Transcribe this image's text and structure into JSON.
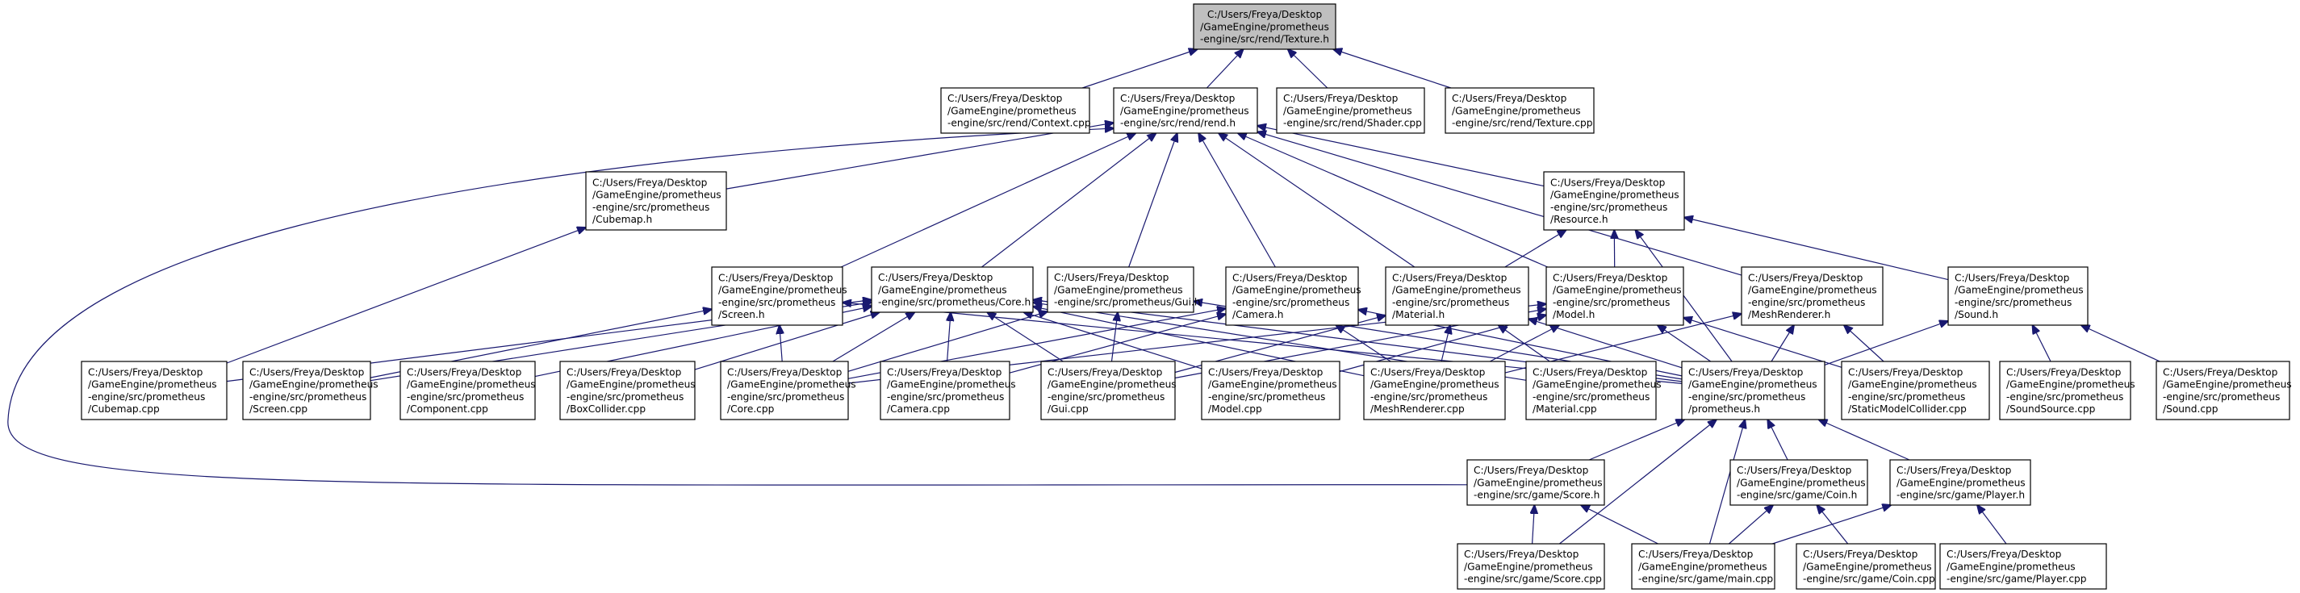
{
  "nodes": [
    {
      "id": "texture_h",
      "lines": [
        "C:/Users/Freya/Desktop",
        "/GameEngine/prometheus",
        "-engine/src/rend/Texture.h"
      ],
      "root": true
    },
    {
      "id": "context_cpp",
      "lines": [
        "C:/Users/Freya/Desktop",
        "/GameEngine/prometheus",
        "-engine/src/rend/Context.cpp"
      ]
    },
    {
      "id": "rend_h",
      "lines": [
        "C:/Users/Freya/Desktop",
        "/GameEngine/prometheus",
        "-engine/src/rend/rend.h"
      ]
    },
    {
      "id": "shader_cpp",
      "lines": [
        "C:/Users/Freya/Desktop",
        "/GameEngine/prometheus",
        "-engine/src/rend/Shader.cpp"
      ]
    },
    {
      "id": "texture_cpp",
      "lines": [
        "C:/Users/Freya/Desktop",
        "/GameEngine/prometheus",
        "-engine/src/rend/Texture.cpp"
      ]
    },
    {
      "id": "cubemap_h",
      "lines": [
        "C:/Users/Freya/Desktop",
        "/GameEngine/prometheus",
        "-engine/src/prometheus",
        "/Cubemap.h"
      ]
    },
    {
      "id": "resource_h",
      "lines": [
        "C:/Users/Freya/Desktop",
        "/GameEngine/prometheus",
        "-engine/src/prometheus",
        "/Resource.h"
      ]
    },
    {
      "id": "screen_h",
      "lines": [
        "C:/Users/Freya/Desktop",
        "/GameEngine/prometheus",
        "-engine/src/prometheus",
        "/Screen.h"
      ]
    },
    {
      "id": "core_h",
      "lines": [
        "C:/Users/Freya/Desktop",
        "/GameEngine/prometheus",
        "-engine/src/prometheus/Core.h"
      ]
    },
    {
      "id": "gui_h",
      "lines": [
        "C:/Users/Freya/Desktop",
        "/GameEngine/prometheus",
        "-engine/src/prometheus/Gui.h"
      ]
    },
    {
      "id": "camera_h",
      "lines": [
        "C:/Users/Freya/Desktop",
        "/GameEngine/prometheus",
        "-engine/src/prometheus",
        "/Camera.h"
      ]
    },
    {
      "id": "material_h",
      "lines": [
        "C:/Users/Freya/Desktop",
        "/GameEngine/prometheus",
        "-engine/src/prometheus",
        "/Material.h"
      ]
    },
    {
      "id": "model_h",
      "lines": [
        "C:/Users/Freya/Desktop",
        "/GameEngine/prometheus",
        "-engine/src/prometheus",
        "/Model.h"
      ]
    },
    {
      "id": "meshrenderer_h",
      "lines": [
        "C:/Users/Freya/Desktop",
        "/GameEngine/prometheus",
        "-engine/src/prometheus",
        "/MeshRenderer.h"
      ]
    },
    {
      "id": "sound_h",
      "lines": [
        "C:/Users/Freya/Desktop",
        "/GameEngine/prometheus",
        "-engine/src/prometheus",
        "/Sound.h"
      ]
    },
    {
      "id": "cubemap_cpp",
      "lines": [
        "C:/Users/Freya/Desktop",
        "/GameEngine/prometheus",
        "-engine/src/prometheus",
        "/Cubemap.cpp"
      ]
    },
    {
      "id": "screen_cpp",
      "lines": [
        "C:/Users/Freya/Desktop",
        "/GameEngine/prometheus",
        "-engine/src/prometheus",
        "/Screen.cpp"
      ]
    },
    {
      "id": "component_cpp",
      "lines": [
        "C:/Users/Freya/Desktop",
        "/GameEngine/prometheus",
        "-engine/src/prometheus",
        "/Component.cpp"
      ]
    },
    {
      "id": "boxcollider_cpp",
      "lines": [
        "C:/Users/Freya/Desktop",
        "/GameEngine/prometheus",
        "-engine/src/prometheus",
        "/BoxCollider.cpp"
      ]
    },
    {
      "id": "core_cpp",
      "lines": [
        "C:/Users/Freya/Desktop",
        "/GameEngine/prometheus",
        "-engine/src/prometheus",
        "/Core.cpp"
      ]
    },
    {
      "id": "camera_cpp",
      "lines": [
        "C:/Users/Freya/Desktop",
        "/GameEngine/prometheus",
        "-engine/src/prometheus",
        "/Camera.cpp"
      ]
    },
    {
      "id": "gui_cpp",
      "lines": [
        "C:/Users/Freya/Desktop",
        "/GameEngine/prometheus",
        "-engine/src/prometheus",
        "/Gui.cpp"
      ]
    },
    {
      "id": "model_cpp",
      "lines": [
        "C:/Users/Freya/Desktop",
        "/GameEngine/prometheus",
        "-engine/src/prometheus",
        "/Model.cpp"
      ]
    },
    {
      "id": "meshrenderer_cpp",
      "lines": [
        "C:/Users/Freya/Desktop",
        "/GameEngine/prometheus",
        "-engine/src/prometheus",
        "/MeshRenderer.cpp"
      ]
    },
    {
      "id": "material_cpp",
      "lines": [
        "C:/Users/Freya/Desktop",
        "/GameEngine/prometheus",
        "-engine/src/prometheus",
        "/Material.cpp"
      ]
    },
    {
      "id": "prometheus_h",
      "lines": [
        "C:/Users/Freya/Desktop",
        "/GameEngine/prometheus",
        "-engine/src/prometheus",
        "/prometheus.h"
      ]
    },
    {
      "id": "staticmodelcollider_cpp",
      "lines": [
        "C:/Users/Freya/Desktop",
        "/GameEngine/prometheus",
        "-engine/src/prometheus",
        "/StaticModelCollider.cpp"
      ]
    },
    {
      "id": "soundsource_cpp",
      "lines": [
        "C:/Users/Freya/Desktop",
        "/GameEngine/prometheus",
        "-engine/src/prometheus",
        "/SoundSource.cpp"
      ]
    },
    {
      "id": "sound_cpp",
      "lines": [
        "C:/Users/Freya/Desktop",
        "/GameEngine/prometheus",
        "-engine/src/prometheus",
        "/Sound.cpp"
      ]
    },
    {
      "id": "score_h",
      "lines": [
        "C:/Users/Freya/Desktop",
        "/GameEngine/prometheus",
        "-engine/src/game/Score.h"
      ]
    },
    {
      "id": "coin_h",
      "lines": [
        "C:/Users/Freya/Desktop",
        "/GameEngine/prometheus",
        "-engine/src/game/Coin.h"
      ]
    },
    {
      "id": "player_h",
      "lines": [
        "C:/Users/Freya/Desktop",
        "/GameEngine/prometheus",
        "-engine/src/game/Player.h"
      ]
    },
    {
      "id": "score_cpp",
      "lines": [
        "C:/Users/Freya/Desktop",
        "/GameEngine/prometheus",
        "-engine/src/game/Score.cpp"
      ]
    },
    {
      "id": "main_cpp",
      "lines": [
        "C:/Users/Freya/Desktop",
        "/GameEngine/prometheus",
        "-engine/src/game/main.cpp"
      ]
    },
    {
      "id": "coin_cpp",
      "lines": [
        "C:/Users/Freya/Desktop",
        "/GameEngine/prometheus",
        "-engine/src/game/Coin.cpp"
      ]
    },
    {
      "id": "player_cpp",
      "lines": [
        "C:/Users/Freya/Desktop",
        "/GameEngine/prometheus",
        "-engine/src/game/Player.cpp"
      ]
    }
  ],
  "edges": [
    [
      "context_cpp",
      "texture_h"
    ],
    [
      "rend_h",
      "texture_h"
    ],
    [
      "shader_cpp",
      "texture_h"
    ],
    [
      "texture_cpp",
      "texture_h"
    ],
    [
      "cubemap_h",
      "rend_h"
    ],
    [
      "resource_h",
      "rend_h"
    ],
    [
      "screen_h",
      "rend_h"
    ],
    [
      "core_h",
      "rend_h"
    ],
    [
      "gui_h",
      "rend_h"
    ],
    [
      "camera_h",
      "rend_h"
    ],
    [
      "material_h",
      "rend_h"
    ],
    [
      "model_h",
      "rend_h"
    ],
    [
      "meshrenderer_h",
      "rend_h"
    ],
    [
      "score_h",
      "rend_h"
    ],
    [
      "material_h",
      "resource_h"
    ],
    [
      "model_h",
      "resource_h"
    ],
    [
      "sound_h",
      "resource_h"
    ],
    [
      "prometheus_h",
      "resource_h"
    ],
    [
      "cubemap_cpp",
      "cubemap_h"
    ],
    [
      "screen_cpp",
      "screen_h"
    ],
    [
      "core_cpp",
      "screen_h"
    ],
    [
      "prometheus_h",
      "screen_h"
    ],
    [
      "cubemap_cpp",
      "core_h"
    ],
    [
      "screen_cpp",
      "core_h"
    ],
    [
      "component_cpp",
      "core_h"
    ],
    [
      "boxcollider_cpp",
      "core_h"
    ],
    [
      "core_cpp",
      "core_h"
    ],
    [
      "camera_cpp",
      "core_h"
    ],
    [
      "gui_cpp",
      "core_h"
    ],
    [
      "model_cpp",
      "core_h"
    ],
    [
      "meshrenderer_cpp",
      "core_h"
    ],
    [
      "material_cpp",
      "core_h"
    ],
    [
      "prometheus_h",
      "core_h"
    ],
    [
      "core_cpp",
      "gui_h"
    ],
    [
      "gui_cpp",
      "gui_h"
    ],
    [
      "prometheus_h",
      "gui_h"
    ],
    [
      "core_cpp",
      "camera_h"
    ],
    [
      "camera_cpp",
      "camera_h"
    ],
    [
      "meshrenderer_cpp",
      "camera_h"
    ],
    [
      "prometheus_h",
      "camera_h"
    ],
    [
      "meshrenderer_cpp",
      "material_h"
    ],
    [
      "material_cpp",
      "material_h"
    ],
    [
      "prometheus_h",
      "material_h"
    ],
    [
      "gui_cpp",
      "material_h"
    ],
    [
      "model_cpp",
      "model_h"
    ],
    [
      "meshrenderer_cpp",
      "model_h"
    ],
    [
      "staticmodelcollider_cpp",
      "model_h"
    ],
    [
      "prometheus_h",
      "model_h"
    ],
    [
      "core_cpp",
      "model_h"
    ],
    [
      "gui_cpp",
      "model_h"
    ],
    [
      "meshrenderer_cpp",
      "meshrenderer_h"
    ],
    [
      "staticmodelcollider_cpp",
      "meshrenderer_h"
    ],
    [
      "prometheus_h",
      "meshrenderer_h"
    ],
    [
      "prometheus_h",
      "sound_h"
    ],
    [
      "soundsource_cpp",
      "sound_h"
    ],
    [
      "sound_cpp",
      "sound_h"
    ],
    [
      "score_h",
      "prometheus_h"
    ],
    [
      "coin_h",
      "prometheus_h"
    ],
    [
      "player_h",
      "prometheus_h"
    ],
    [
      "main_cpp",
      "prometheus_h"
    ],
    [
      "score_cpp",
      "prometheus_h"
    ],
    [
      "score_cpp",
      "score_h"
    ],
    [
      "main_cpp",
      "score_h"
    ],
    [
      "main_cpp",
      "coin_h"
    ],
    [
      "coin_cpp",
      "coin_h"
    ],
    [
      "main_cpp",
      "player_h"
    ],
    [
      "player_cpp",
      "player_h"
    ]
  ]
}
